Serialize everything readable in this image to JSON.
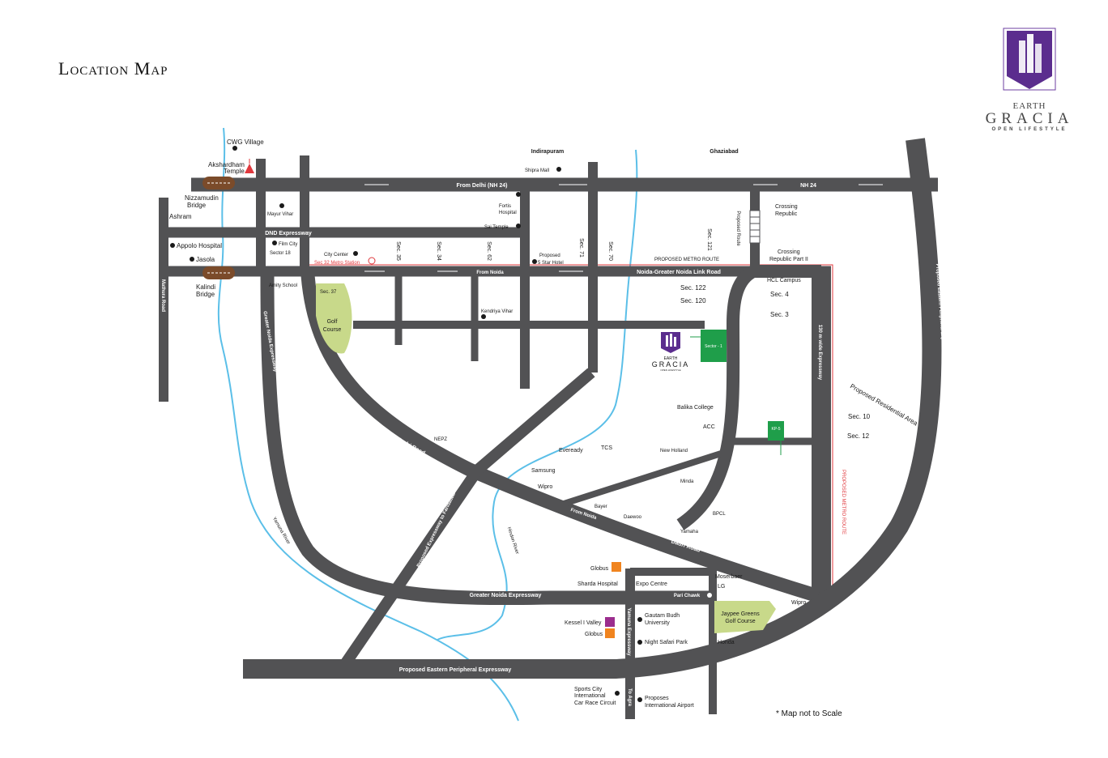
{
  "title": "Location Map",
  "note": "* Map not to Scale",
  "brand": {
    "line1": "EARTH",
    "line2": "GRACIA",
    "line3": "OPEN LIFESTYLE",
    "logo_color": "#5b2d8e"
  },
  "colors": {
    "road": "#525254",
    "river": "#5bbfe8",
    "park": "#c8d98a",
    "metro_route": "#e0393e",
    "green_marker": "#1f9e4a",
    "orange_marker": "#f0841f",
    "purple_marker": "#9b2d8e"
  },
  "road_labels": {
    "nh24_from_delhi": "From Delhi (NH 24)",
    "nh24": "NH 24",
    "dnd": "DND Expressway",
    "from_noida": "From Noida",
    "link_road": "Noida-Greater Noida Link Road",
    "dadri_road_1": "Dadri Road",
    "from_noida_2": "From Noida",
    "dadri_road_2": "Dadri Road",
    "gn_expressway_v": "Greater Noida Expressway",
    "gn_expressway_h": "Greater Noida Expressway",
    "eastern_peripheral": "Proposed Eastern Peripheral Expressway",
    "eastern_peripheral_v": "Proposed Eastern Peripheral Expressway",
    "faridabad": "Proposed Expressway to Faridabad",
    "yamuna_expressway": "Yamuna Expressway",
    "to_agra": "To Agra",
    "expressway_130": "130 m wide Expressway",
    "mathura_road": "Mathura Road",
    "pari_chawk": "Pari Chawk"
  },
  "places": {
    "cwg_village": "CWG Village",
    "akshardham_1": "Akshardham",
    "akshardham_2": "Temple",
    "indirapuram": "Indirapuram",
    "ghaziabad": "Ghaziabad",
    "shipra_mall": "Shipra Mall",
    "nizzamudin_1": "Nizzamudin",
    "nizzamudin_2": "Bridge",
    "ashram": "Ashram",
    "mayur_vihar": "Mayur Vihar",
    "fortis_1": "Fortis",
    "fortis_2": "Hospital",
    "sai_temple": "Sai Temple",
    "crossing_republic_1": "Crossing",
    "crossing_republic_2": "Republic",
    "proposed_route": "Proposed Route",
    "appolo": "Appolo Hospital",
    "jasola": "Jasola",
    "film_city": "Film City",
    "sector_18": "Sector 18",
    "city_center": "City Center",
    "metro_station": "Sec 32 Metro Station",
    "sec_35": "Sec. 35",
    "sec_34": "Sec. 34",
    "sec_62": "Sec. 62",
    "proposed_hotel_1": "Proposed",
    "proposed_hotel_2": "5 Star Hotel",
    "sec_71": "Sec. 71",
    "sec_70": "Sec. 70",
    "proposed_metro_route": "PROPOSED METRO ROUTE",
    "sec_121": "Sec. 121",
    "crossing_republic_ii_1": "Crossing",
    "crossing_republic_ii_2": "Republic Part II",
    "kalindi_1": "Kalindi",
    "kalindi_2": "Bridge",
    "amity": "Amity School",
    "sec_37": "Sec. 37",
    "golf_1": "Golf",
    "golf_2": "Course",
    "hcl": "HCL Campus",
    "sec_122": "Sec. 122",
    "sec_4": "Sec. 4",
    "sec_120": "Sec. 120",
    "sec_3": "Sec. 3",
    "kendriya": "Kendriya Vihar",
    "sector_1": "Sector - 1",
    "balika": "Balika College",
    "acc": "ACC",
    "kp5": "KP-5",
    "residential_area": "Proposed Residential Area",
    "sec_10": "Sec. 10",
    "sec_12": "Sec. 12",
    "nepz": "NEPZ",
    "evereadу": "Eveready",
    "tcs": "TCS",
    "new_holland": "New Holland",
    "samsung": "Samsung",
    "wipro_1": "Wipro",
    "minda": "Minda",
    "bayer": "Bayer",
    "daewoo": "Daewoo",
    "bpcl": "BPCL",
    "yamaha": "Yamaha",
    "yamuna_river": "Yamuna River",
    "hindon_river": "Hindon River",
    "proposed_metro_route_v": "PROPOSED METRO ROUTE",
    "globus_1": "Globus",
    "sharda": "Sharda Hospital",
    "expo": "Expo Centre",
    "moserbaer": "Moserbaer",
    "lg": "LG",
    "wipro_2": "Wipro",
    "kessel": "Kessel I Valley",
    "globus_2": "Globus",
    "gautam_1": "Gautam Budh",
    "gautam_2": "University",
    "jaypee_1": "Jaypee Greens",
    "jaypee_2": "Golf Course",
    "night_safari": "Night Safari Park",
    "honda": "Honda",
    "sports_1": "Sports City",
    "sports_2": "International",
    "sports_3": "Car Race Circuit",
    "airport_1": "Proposes",
    "airport_2": "International Airport"
  },
  "marker_brand": {
    "line1": "EARTH",
    "line2": "GRACIA",
    "line3": "OPEN LIFESTYLE"
  }
}
